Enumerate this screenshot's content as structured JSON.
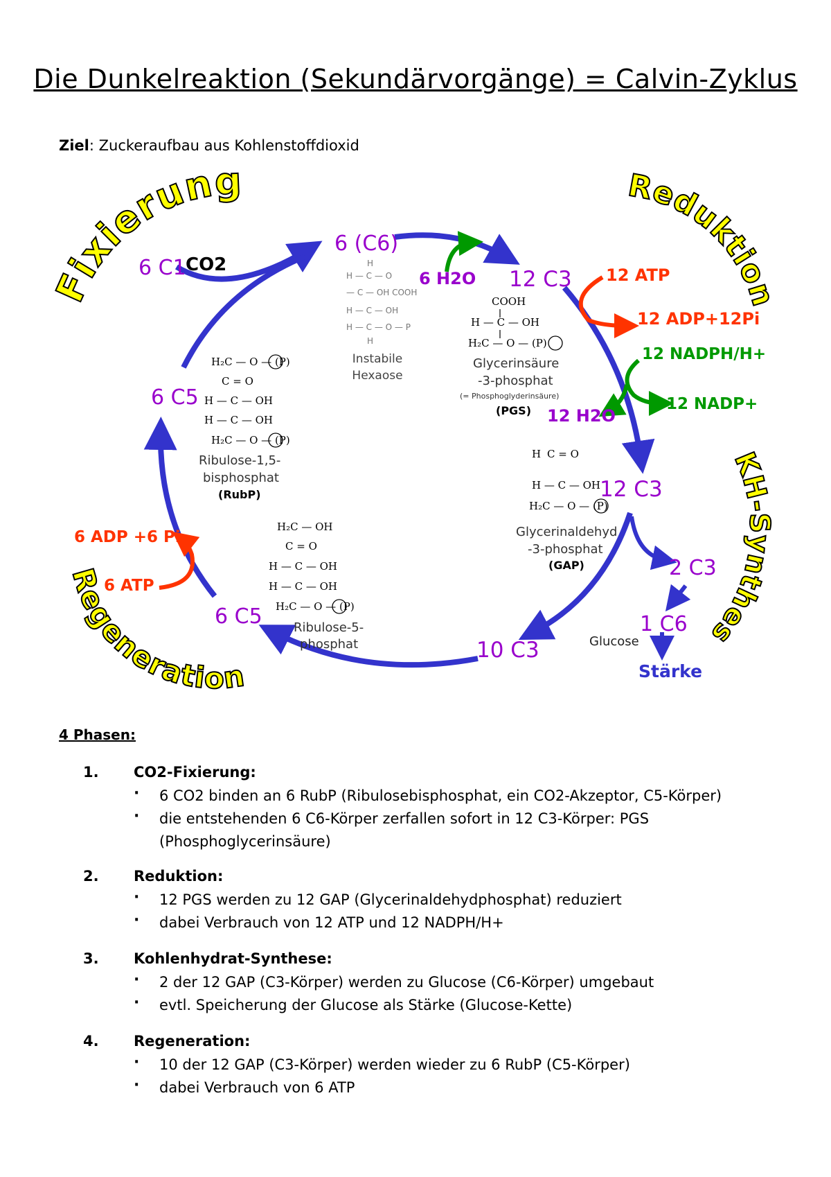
{
  "title": "Die Dunkelreaktion (Sekundärvorgänge) = Calvin-Zyklus",
  "goal": {
    "label": "Ziel",
    "text": ": Zuckeraufbau aus Kohlenstoffdioxid"
  },
  "diagram": {
    "phase_labels": {
      "fixierung": "Fixierung",
      "reduktion": "Reduktion",
      "kh_synthese": "KH-Synthese",
      "regeneration": "Regeneration"
    },
    "nodes": {
      "c6": "6 (C6)",
      "c3_top": "12 C3",
      "c3_gap": "12 C3",
      "c3_ten": "10 C3",
      "c5_bottom": "6 C5",
      "c5_left": "6 C5",
      "c1": "6 C1",
      "co2": "CO2",
      "two_c3": "2 C3",
      "one_c6": "1 C6",
      "starke": "Stärke",
      "glucose": "Glucose"
    },
    "cofactors": {
      "h2o_in": "6 H2O",
      "atp_in": "12 ATP",
      "adp_out": "12 ADP+12Pi",
      "nadph_in": "12 NADPH/H+",
      "nadp_out": "12 NADP+",
      "h2o_out": "12 H2O",
      "atp_regen": "6 ATP",
      "adp_regen": "6 ADP +6 Pi"
    },
    "molecules": {
      "hexaose_name": "Instabile Hexaose",
      "pgs_name_1": "Glycerinsäure",
      "pgs_name_2": "-3-phosphat",
      "pgs_alt": "(= Phosphoglyderinsäure)",
      "pgs_abbr": "(PGS)",
      "gap_name_1": "Glycerinaldehyd",
      "gap_name_2": "-3-phosphat",
      "gap_abbr": "(GAP)",
      "rubp_name_1": "Ribulose-1,5-",
      "rubp_name_2": "bisphosphat",
      "rubp_abbr": "(RubP)",
      "ru5p_name_1": "Ribulose-5-",
      "ru5p_name_2": "phosphat"
    }
  },
  "phases_title": "4 Phasen:",
  "phases": [
    {
      "num": "1.",
      "head": "CO2-Fixierung:",
      "items": [
        "6 CO2 binden an 6 RubP (Ribulosebisphosphat, ein CO2-Akzeptor, C5-Körper)",
        "die entstehenden 6 C6-Körper zerfallen sofort in 12 C3-Körper: PGS (Phosphoglycerinsäure)"
      ]
    },
    {
      "num": "2.",
      "head": "Reduktion:",
      "items": [
        "12 PGS werden zu 12 GAP (Glycerinaldehydphosphat) reduziert",
        "dabei Verbrauch von 12 ATP und 12 NADPH/H+"
      ]
    },
    {
      "num": "3.",
      "head": "Kohlenhydrat-Synthese:",
      "items": [
        "2 der 12 GAP (C3-Körper) werden zu Glucose (C6-Körper) umgebaut",
        "evtl. Speicherung der Glucose als Stärke (Glucose-Kette)"
      ]
    },
    {
      "num": "4.",
      "head": "Regeneration:",
      "items": [
        "10 der 12 GAP (C3-Körper) werden wieder zu 6 RubP (C5-Körper)",
        "dabei Verbrauch von 6 ATP"
      ]
    }
  ],
  "colors": {
    "cycle_arrow": "#3333cc",
    "carbon_purple": "#9900cc",
    "phase_label_fill": "#ffff00",
    "atp_red": "#ff3300",
    "nadph_green": "#009900"
  }
}
